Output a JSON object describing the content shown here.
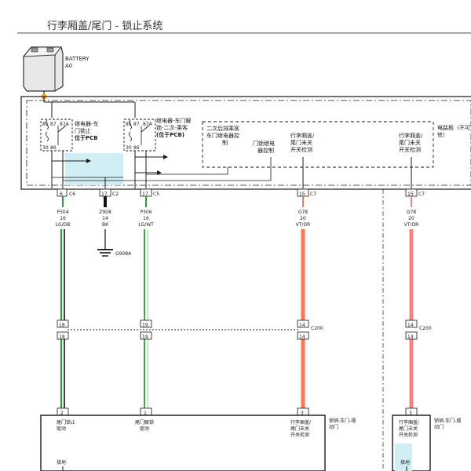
{
  "title": "行李厢盖/尾门 - 锁止系统",
  "colors": {
    "wire_green": "#2e9a3a",
    "wire_black": "#111111",
    "wire_orange": "#f47a52",
    "wire_pink": "#f08585",
    "highlight": "#d2eef5",
    "frame": "#1a1a1a",
    "battery_dot": "#f5a623"
  },
  "battery": {
    "label": "BATTERY",
    "code": "A0",
    "icon": "battery-icon"
  },
  "relays": [
    {
      "pins": [
        "85",
        "87",
        "87A",
        "30",
        "86"
      ],
      "lines": [
        "继电器-车",
        "门锁止",
        "位于PCB"
      ]
    },
    {
      "pins": [
        "85",
        "87",
        "87A",
        "30",
        "86"
      ],
      "lines": [
        "继电器-车门解",
        "锁-二次-乘客",
        "(位于PCB)"
      ]
    }
  ],
  "control_box": {
    "labels": [
      [
        "二次后排乘客",
        "车门继电器控",
        "制"
      ],
      [
        "门锁继电",
        "器控制"
      ],
      [
        "行李厢盖/",
        "尾门未关",
        "开关检测"
      ],
      [
        "行李厢盖/",
        "尾门未关",
        "开关检测"
      ]
    ],
    "board_label": [
      "电路板（不可",
      "修）"
    ]
  },
  "connectors": [
    {
      "pin": "6",
      "conn": "C6",
      "circuit": "P304",
      "gauge": "16",
      "color": "LG/DB"
    },
    {
      "pin": "17",
      "conn": "C2",
      "circuit": "Z908",
      "gauge": "14",
      "color": "BK"
    },
    {
      "pin": "17",
      "conn": "C5",
      "circuit": "P306",
      "gauge": "16",
      "color": "LG/WT"
    },
    {
      "pin": "15",
      "conn": "C7",
      "circuit": "G78",
      "gauge": "20",
      "color": "VT/OR"
    },
    {
      "pin": "15",
      "conn": "C7",
      "circuit": "G78",
      "gauge": "20",
      "color": "VT/OR"
    }
  ],
  "ground": {
    "label": "G908A",
    "icon": "ground-icon"
  },
  "inline_connector": {
    "pins": [
      "18",
      "19",
      "14",
      "14"
    ],
    "label": "C200"
  },
  "bottom_pins": [
    "2",
    "1",
    "3",
    "3"
  ],
  "bottom_labels": [
    [
      "尾门锁止",
      "驱动"
    ],
    [
      "尾门解锁",
      "驱动"
    ],
    [
      "行李厢盖/",
      "尾门未关",
      "开关检测"
    ],
    [
      "行李厢盖/",
      "尾门未关",
      "开关检测"
    ]
  ],
  "components": [
    {
      "label": [
        "锁销-车门-摆",
        "动门"
      ]
    },
    {
      "label": [
        "锁销-车门-摆",
        "动门"
      ]
    }
  ],
  "ground_text": "接地"
}
